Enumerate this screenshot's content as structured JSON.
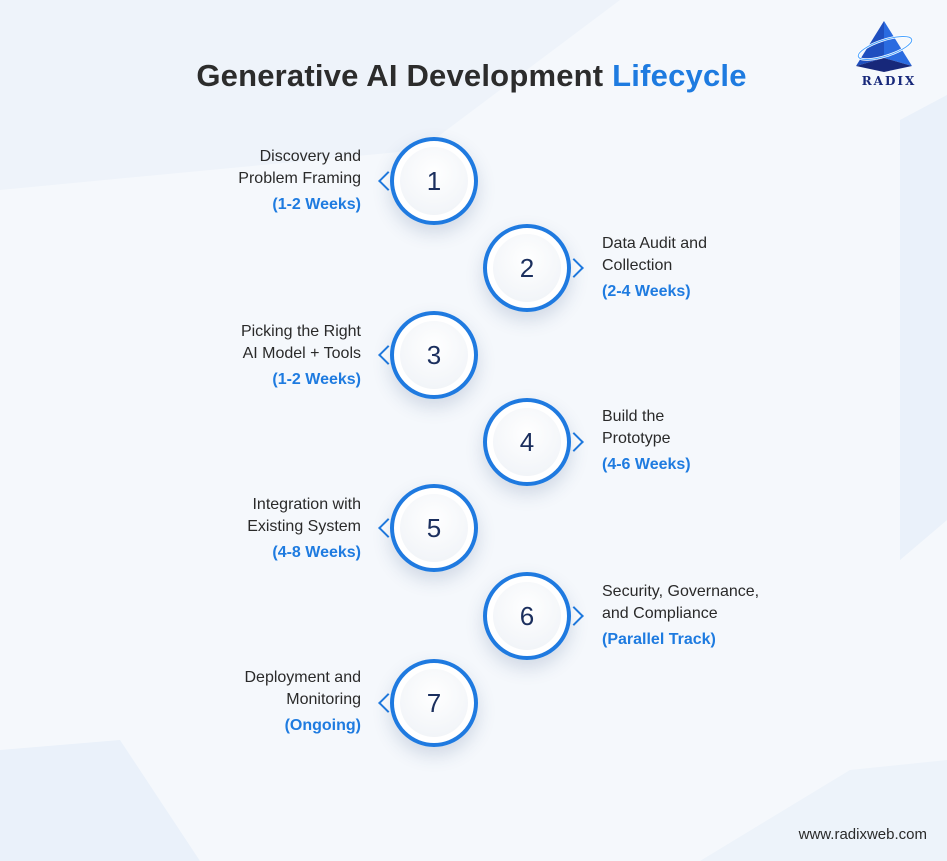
{
  "title": {
    "main": "Generative AI Development",
    "accent": "Lifecycle"
  },
  "logo": {
    "text": "RADIX",
    "icon": "pyramid-icon"
  },
  "steps": [
    {
      "number": "1",
      "line1": "Discovery and",
      "line2": "Problem Framing",
      "duration": "(1-2 Weeks)"
    },
    {
      "number": "2",
      "line1": "Data Audit and",
      "line2": "Collection",
      "duration": "(2-4 Weeks)"
    },
    {
      "number": "3",
      "line1": "Picking the Right",
      "line2": "AI Model + Tools",
      "duration": "(1-2 Weeks)"
    },
    {
      "number": "4",
      "line1": "Build the",
      "line2": "Prototype",
      "duration": "(4-6 Weeks)"
    },
    {
      "number": "5",
      "line1": "Integration with",
      "line2": "Existing System",
      "duration": "(4-8 Weeks)"
    },
    {
      "number": "6",
      "line1": "Security, Governance,",
      "line2": "and Compliance",
      "duration": "(Parallel Track)"
    },
    {
      "number": "7",
      "line1": "Deployment and",
      "line2": "Monitoring",
      "duration": "(Ongoing)"
    }
  ],
  "footer": "www.radixweb.com",
  "colors": {
    "accent": "#1e7be0",
    "text": "#2a2a2a",
    "number": "#1b2f5e",
    "background": "#f5f8fc",
    "logo": "#17287a"
  }
}
